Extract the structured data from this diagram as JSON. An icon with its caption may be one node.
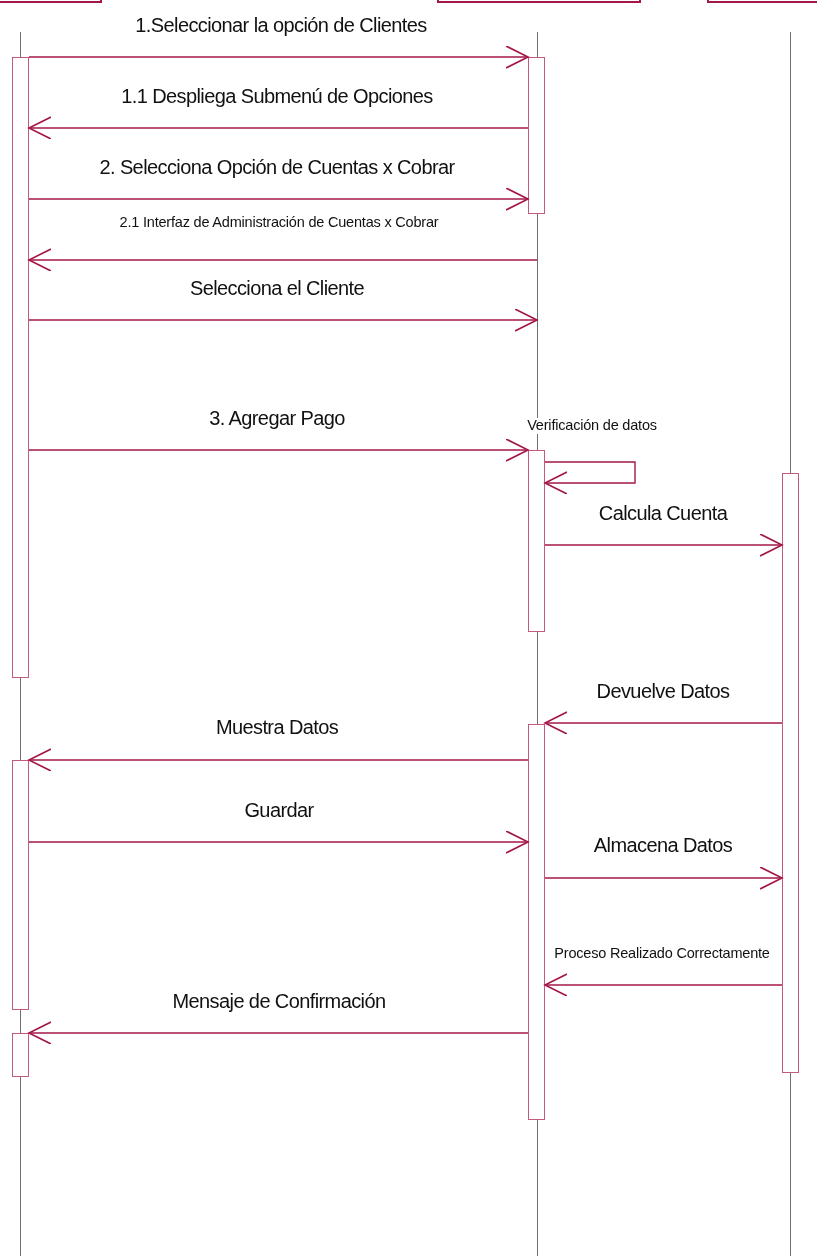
{
  "diagram": {
    "nodes": [
      {
        "text": [],
        "shape": "box"
      },
      {
        "text": [],
        "shape": "box"
      },
      {
        "text": [],
        "shape": "box"
      },
      {
        "text": [],
        "shape": "line"
      },
      {
        "text": [],
        "shape": "line"
      },
      {
        "text": [],
        "shape": "line"
      },
      {
        "text": [],
        "shape": "bar"
      },
      {
        "text": [],
        "shape": "bar"
      },
      {
        "text": [],
        "shape": "bar"
      },
      {
        "text": [],
        "shape": "bar"
      },
      {
        "text": [],
        "shape": "bar"
      },
      {
        "text": [],
        "shape": "bar"
      },
      {
        "text": [],
        "shape": "bar"
      }
    ],
    "edges": [
      {
        "from": 6,
        "to": 9,
        "arrow": "to",
        "label": "1.Seleccionar la opción de Clientes"
      },
      {
        "from": 9,
        "to": 6,
        "arrow": "to",
        "label": "1.1 Despliega Submenú de Opciones"
      },
      {
        "from": 6,
        "to": 9,
        "arrow": "to",
        "label": "2. Selecciona Opción de Cuentas x Cobrar"
      },
      {
        "from": 4,
        "to": 6,
        "arrow": "to",
        "label": "2.1 Interfaz de Administración de Cuentas x Cobrar"
      },
      {
        "from": 6,
        "to": 4,
        "arrow": "to",
        "label": "Selecciona el Cliente"
      },
      {
        "from": 6,
        "to": 10,
        "arrow": "to",
        "label": "3. Agregar Pago"
      },
      {
        "from": 10,
        "to": 10,
        "arrow": "to",
        "label": "Verificación de datos"
      },
      {
        "from": 10,
        "to": 12,
        "arrow": "to",
        "label": "Calcula Cuenta"
      },
      {
        "from": 12,
        "to": 11,
        "arrow": "to",
        "label": "Devuelve Datos"
      },
      {
        "from": 11,
        "to": 7,
        "arrow": "to",
        "label": "Muestra Datos"
      },
      {
        "from": 7,
        "to": 11,
        "arrow": "to",
        "label": "Guardar"
      },
      {
        "from": 11,
        "to": 12,
        "arrow": "to",
        "label": "Almacena Datos"
      },
      {
        "from": 12,
        "to": 11,
        "arrow": "to",
        "label": "Proceso Realizado Correctamente"
      },
      {
        "from": 11,
        "to": 8,
        "arrow": "to",
        "label": "Mensaje de Confirmación"
      }
    ]
  }
}
